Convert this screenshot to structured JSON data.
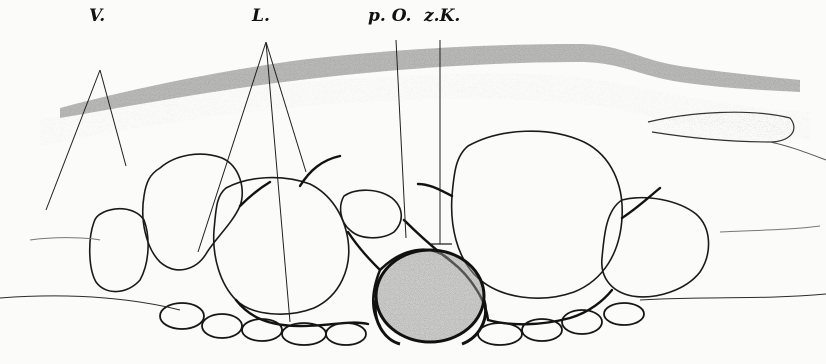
{
  "labels": {
    "v": "V.",
    "l": "L.",
    "po": "p. O.",
    "zk": "z.K."
  },
  "colors": {
    "ink": "#141414",
    "stipple_dark": "#5a5a5a",
    "stipple_light": "#b9b9b9",
    "paper": "#fbfbf9"
  }
}
